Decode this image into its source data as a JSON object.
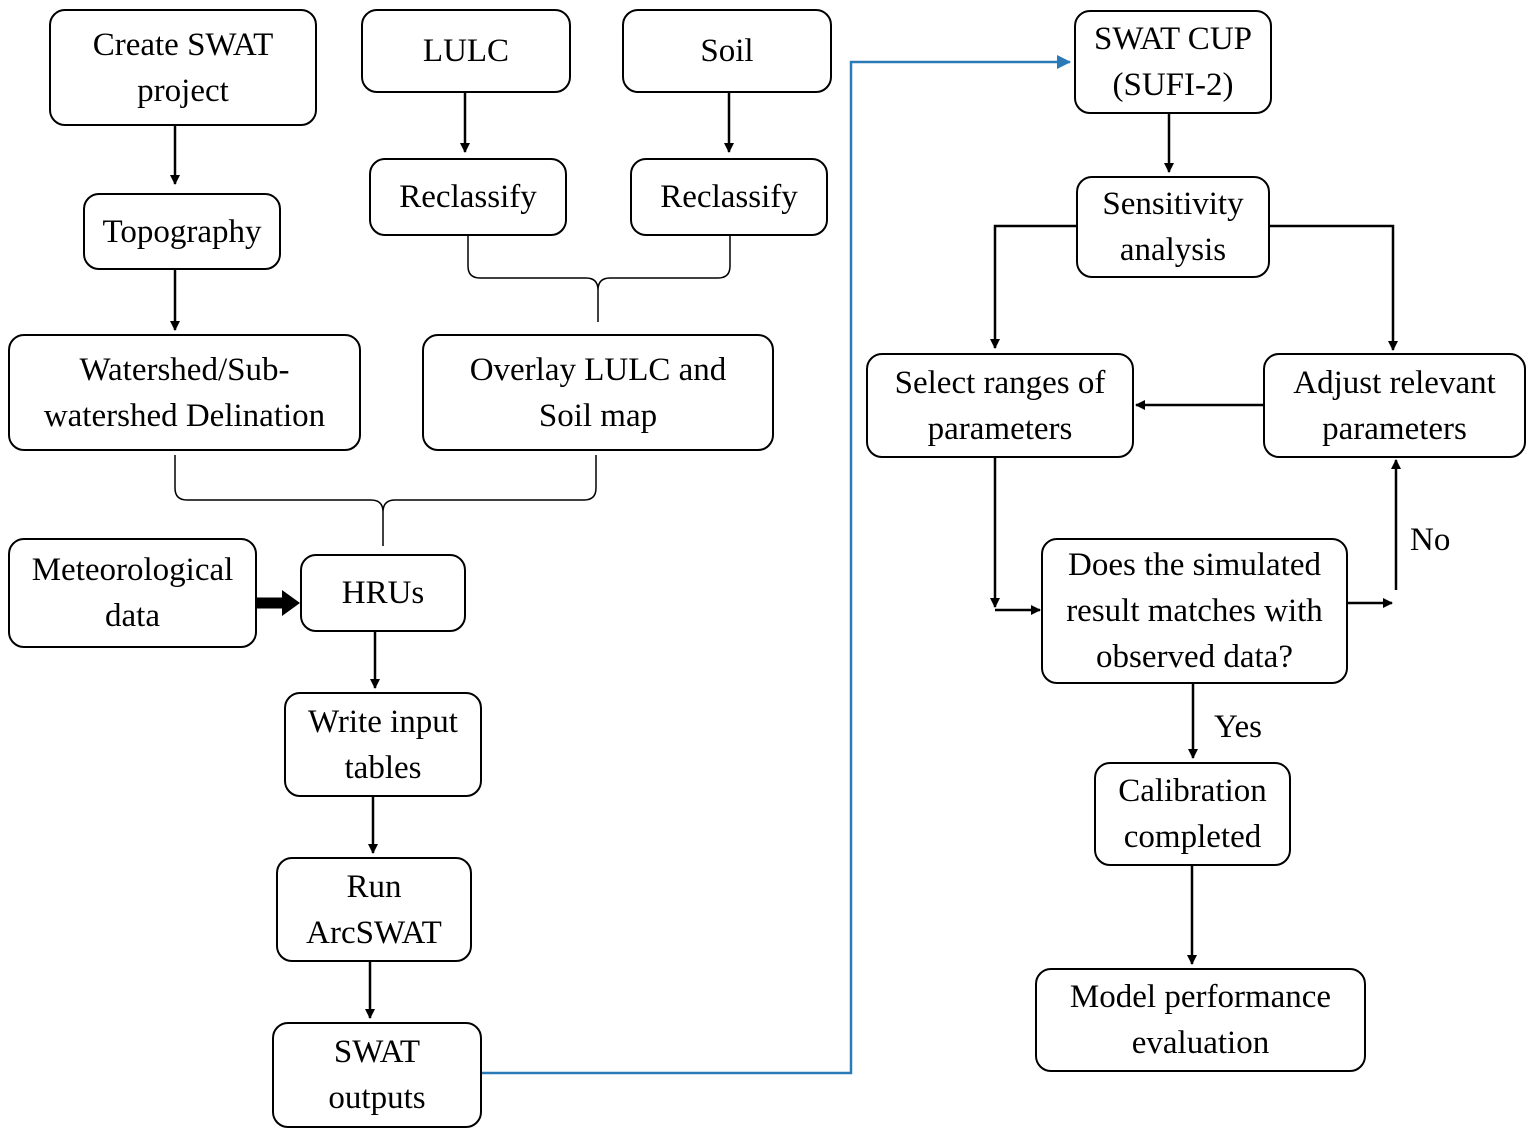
{
  "nodes": {
    "create_swat": "Create SWAT\nproject",
    "lulc": "LULC",
    "soil": "Soil",
    "swat_cup": "SWAT CUP\n(SUFI-2)",
    "topography": "Topography",
    "reclassify_lulc": "Reclassify",
    "reclassify_soil": "Reclassify",
    "sensitivity": "Sensitivity\nanalysis",
    "watershed": "Watershed/Sub-\nwatershed Delination",
    "overlay": "Overlay LULC and\nSoil map",
    "select_ranges": "Select ranges of\nparameters",
    "adjust": "Adjust relevant\nparameters",
    "meteo": "Meteorological\ndata",
    "hrus": "HRUs",
    "decision": "Does the simulated\nresult matches with\nobserved data?",
    "write_input": "Write input\ntables",
    "run_arcswat": "Run\nArcSWAT",
    "swat_outputs": "SWAT\noutputs",
    "calibration": "Calibration\ncompleted",
    "model_eval": "Model performance\nevaluation"
  },
  "edge_labels": {
    "no": "No",
    "yes": "Yes"
  },
  "colors": {
    "stroke": "#000000",
    "connector": "#2a7ab8"
  }
}
